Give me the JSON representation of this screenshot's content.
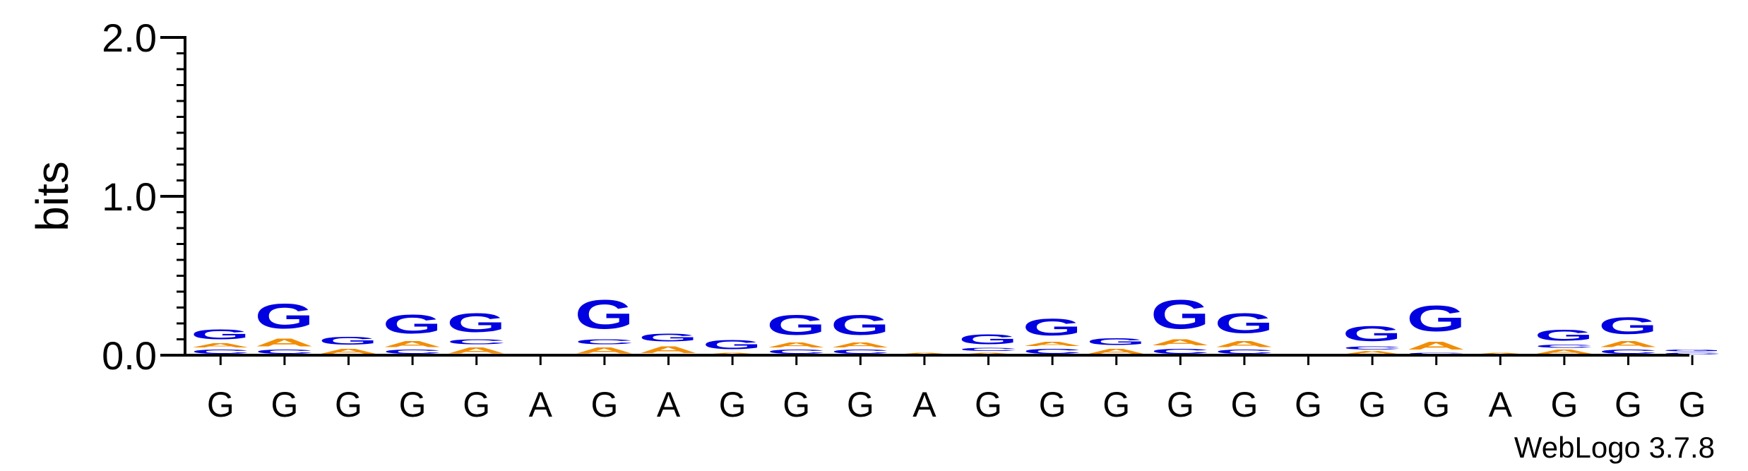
{
  "chart_data": {
    "type": "sequence-logo",
    "ylabel": "bits",
    "ylim": [
      0,
      2.0
    ],
    "yticks": [
      {
        "value": 0.0,
        "label": "0.0"
      },
      {
        "value": 1.0,
        "label": "1.0"
      },
      {
        "value": 2.0,
        "label": "2.0"
      }
    ],
    "yminor_step": 0.1,
    "colors": {
      "A": "#f28c00",
      "C": "#0000e0",
      "G": "#0000e0",
      "T": "#d00000"
    },
    "consensus": [
      "G",
      "G",
      "G",
      "G",
      "G",
      "A",
      "G",
      "A",
      "G",
      "G",
      "G",
      "A",
      "G",
      "G",
      "G",
      "G",
      "G",
      "G",
      "G",
      "G",
      "A",
      "G",
      "G",
      "G"
    ],
    "positions": [
      [
        {
          "letter": "C",
          "bits": 0.04
        },
        {
          "letter": "A",
          "bits": 0.04
        },
        {
          "letter": "G",
          "bits": 0.1
        }
      ],
      [
        {
          "letter": "C",
          "bits": 0.04
        },
        {
          "letter": "A",
          "bits": 0.08
        },
        {
          "letter": "G",
          "bits": 0.25
        }
      ],
      [
        {
          "letter": "A",
          "bits": 0.05
        },
        {
          "letter": "G",
          "bits": 0.08
        }
      ],
      [
        {
          "letter": "C",
          "bits": 0.04
        },
        {
          "letter": "A",
          "bits": 0.06
        },
        {
          "letter": "G",
          "bits": 0.19
        }
      ],
      [
        {
          "letter": "A",
          "bits": 0.06
        },
        {
          "letter": "C",
          "bits": 0.05
        },
        {
          "letter": "G",
          "bits": 0.19
        }
      ],
      [],
      [
        {
          "letter": "A",
          "bits": 0.06
        },
        {
          "letter": "C",
          "bits": 0.05
        },
        {
          "letter": "G",
          "bits": 0.29
        }
      ],
      [
        {
          "letter": "A",
          "bits": 0.07
        },
        {
          "letter": "G",
          "bits": 0.08
        }
      ],
      [
        {
          "letter": "A",
          "bits": 0.02
        },
        {
          "letter": "G",
          "bits": 0.09
        }
      ],
      [
        {
          "letter": "C",
          "bits": 0.04
        },
        {
          "letter": "A",
          "bits": 0.05
        },
        {
          "letter": "G",
          "bits": 0.2
        }
      ],
      [
        {
          "letter": "C",
          "bits": 0.04
        },
        {
          "letter": "A",
          "bits": 0.05
        },
        {
          "letter": "G",
          "bits": 0.2
        }
      ],
      [
        {
          "letter": "A",
          "bits": 0.02
        }
      ],
      [
        {
          "letter": "A",
          "bits": 0.02
        },
        {
          "letter": "C",
          "bits": 0.03
        },
        {
          "letter": "G",
          "bits": 0.1
        }
      ],
      [
        {
          "letter": "C",
          "bits": 0.05
        },
        {
          "letter": "A",
          "bits": 0.04
        },
        {
          "letter": "G",
          "bits": 0.17
        }
      ],
      [
        {
          "letter": "A",
          "bits": 0.05
        },
        {
          "letter": "G",
          "bits": 0.07
        }
      ],
      [
        {
          "letter": "C",
          "bits": 0.05
        },
        {
          "letter": "A",
          "bits": 0.06
        },
        {
          "letter": "G",
          "bits": 0.29
        }
      ],
      [
        {
          "letter": "C",
          "bits": 0.04
        },
        {
          "letter": "A",
          "bits": 0.06
        },
        {
          "letter": "G",
          "bits": 0.2
        }
      ],
      [],
      [
        {
          "letter": "A",
          "bits": 0.03
        },
        {
          "letter": "C",
          "bits": 0.03
        },
        {
          "letter": "G",
          "bits": 0.15
        }
      ],
      [
        {
          "letter": "C",
          "bits": 0.02
        },
        {
          "letter": "A",
          "bits": 0.08
        },
        {
          "letter": "G",
          "bits": 0.26
        }
      ],
      [
        {
          "letter": "A",
          "bits": 0.02
        }
      ],
      [
        {
          "letter": "A",
          "bits": 0.04
        },
        {
          "letter": "C",
          "bits": 0.03
        },
        {
          "letter": "G",
          "bits": 0.11
        }
      ],
      [
        {
          "letter": "C",
          "bits": 0.04
        },
        {
          "letter": "A",
          "bits": 0.06
        },
        {
          "letter": "G",
          "bits": 0.17
        }
      ],
      [
        {
          "letter": "C",
          "bits": 0.02
        },
        {
          "letter": "G",
          "bits": 0.02
        }
      ]
    ],
    "credit": "WebLogo 3.7.8"
  }
}
